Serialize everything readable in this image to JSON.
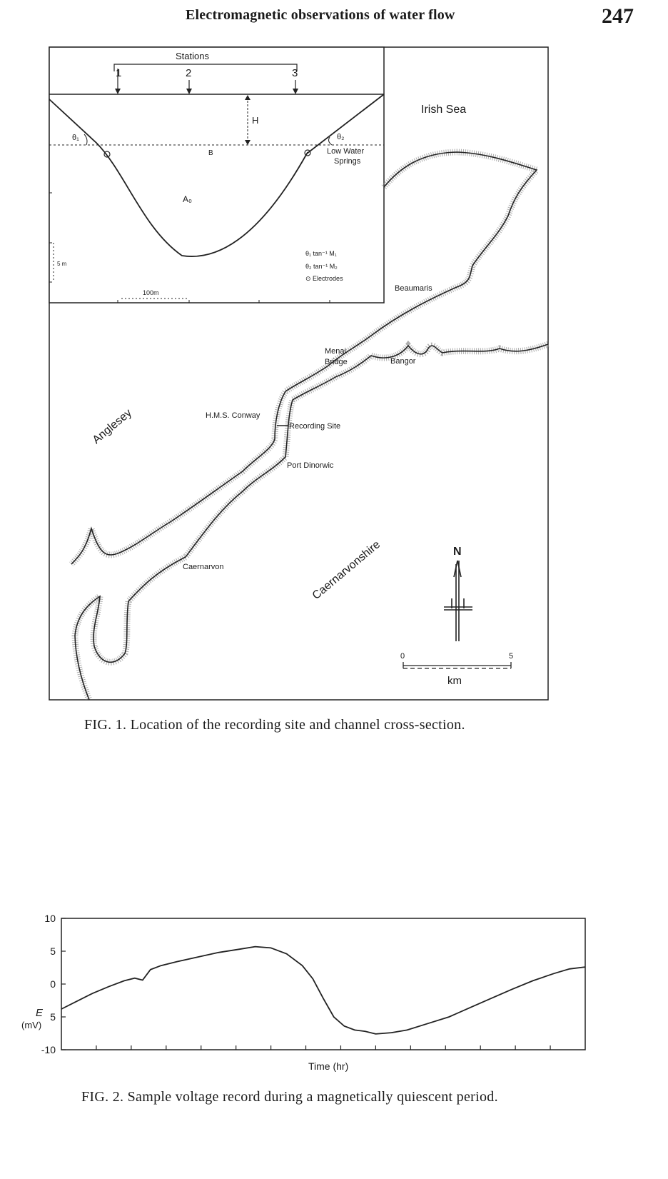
{
  "header": {
    "running_title": "Electromagnetic observations of water flow",
    "page_number": "247"
  },
  "figure1": {
    "caption": "FIG. 1. Location of the recording site and channel cross-section.",
    "inset": {
      "stations_title": "Stations",
      "station_labels": [
        "1",
        "2",
        "3"
      ],
      "height_label": "H",
      "theta1_label": "θ₁",
      "theta2_label": "θ₂",
      "width_label": "B",
      "area_label": "A₀",
      "low_water_label_1": "Low Water",
      "low_water_label_2": "Springs",
      "legend_1": "θ₁ tan⁻¹ M₁",
      "legend_2": "θ₂ tan⁻¹ M₂",
      "legend_3": "⊙ Electrodes",
      "vertical_scale_label": "5 m",
      "horizontal_scale_label": "100m"
    },
    "map": {
      "sea_label": "Irish Sea",
      "island_label": "Anglesey",
      "county_label": "Caernarvonshire",
      "places": [
        "Beaumaris",
        "Menai",
        "Bridge",
        "Bangor",
        "H.M.S. Conway",
        "Recording Site",
        "Port Dinorwic",
        "Caernarvon"
      ],
      "north_label": "N",
      "scale_start": "0",
      "scale_end": "5",
      "scale_unit": "km"
    }
  },
  "figure2": {
    "caption": "FIG. 2. Sample voltage record during a magnetically quiescent period.",
    "chart_data": {
      "type": "line",
      "xlabel": "Time (hr)",
      "ylabel": "E",
      "ylabel_unit": "(mV)",
      "ytick_labels": [
        "10",
        "5",
        "0",
        "5",
        "-10"
      ],
      "ytick_values": [
        10,
        5,
        0,
        -5,
        -10
      ],
      "ylim": [
        -10,
        10
      ],
      "xlim": [
        0,
        1
      ],
      "grid": false,
      "series": [
        {
          "x": [
            0.0,
            0.03,
            0.06,
            0.09,
            0.12,
            0.14,
            0.155,
            0.17,
            0.19,
            0.22,
            0.26,
            0.3,
            0.34,
            0.37,
            0.4,
            0.43,
            0.46,
            0.48,
            0.5,
            0.52,
            0.54,
            0.56,
            0.58,
            0.6,
            0.63,
            0.66,
            0.7,
            0.74,
            0.78,
            0.82,
            0.86,
            0.9,
            0.94,
            0.97,
            1.0
          ],
          "values": [
            -3.8,
            -2.6,
            -1.4,
            -0.4,
            0.5,
            0.9,
            0.6,
            2.2,
            2.8,
            3.4,
            4.1,
            4.8,
            5.3,
            5.7,
            5.5,
            4.6,
            2.8,
            0.8,
            -2.2,
            -5.0,
            -6.4,
            -7.0,
            -7.2,
            -7.6,
            -7.4,
            -7.0,
            -6.0,
            -5.0,
            -3.6,
            -2.2,
            -0.8,
            0.5,
            1.6,
            2.3,
            2.6
          ]
        }
      ]
    }
  }
}
